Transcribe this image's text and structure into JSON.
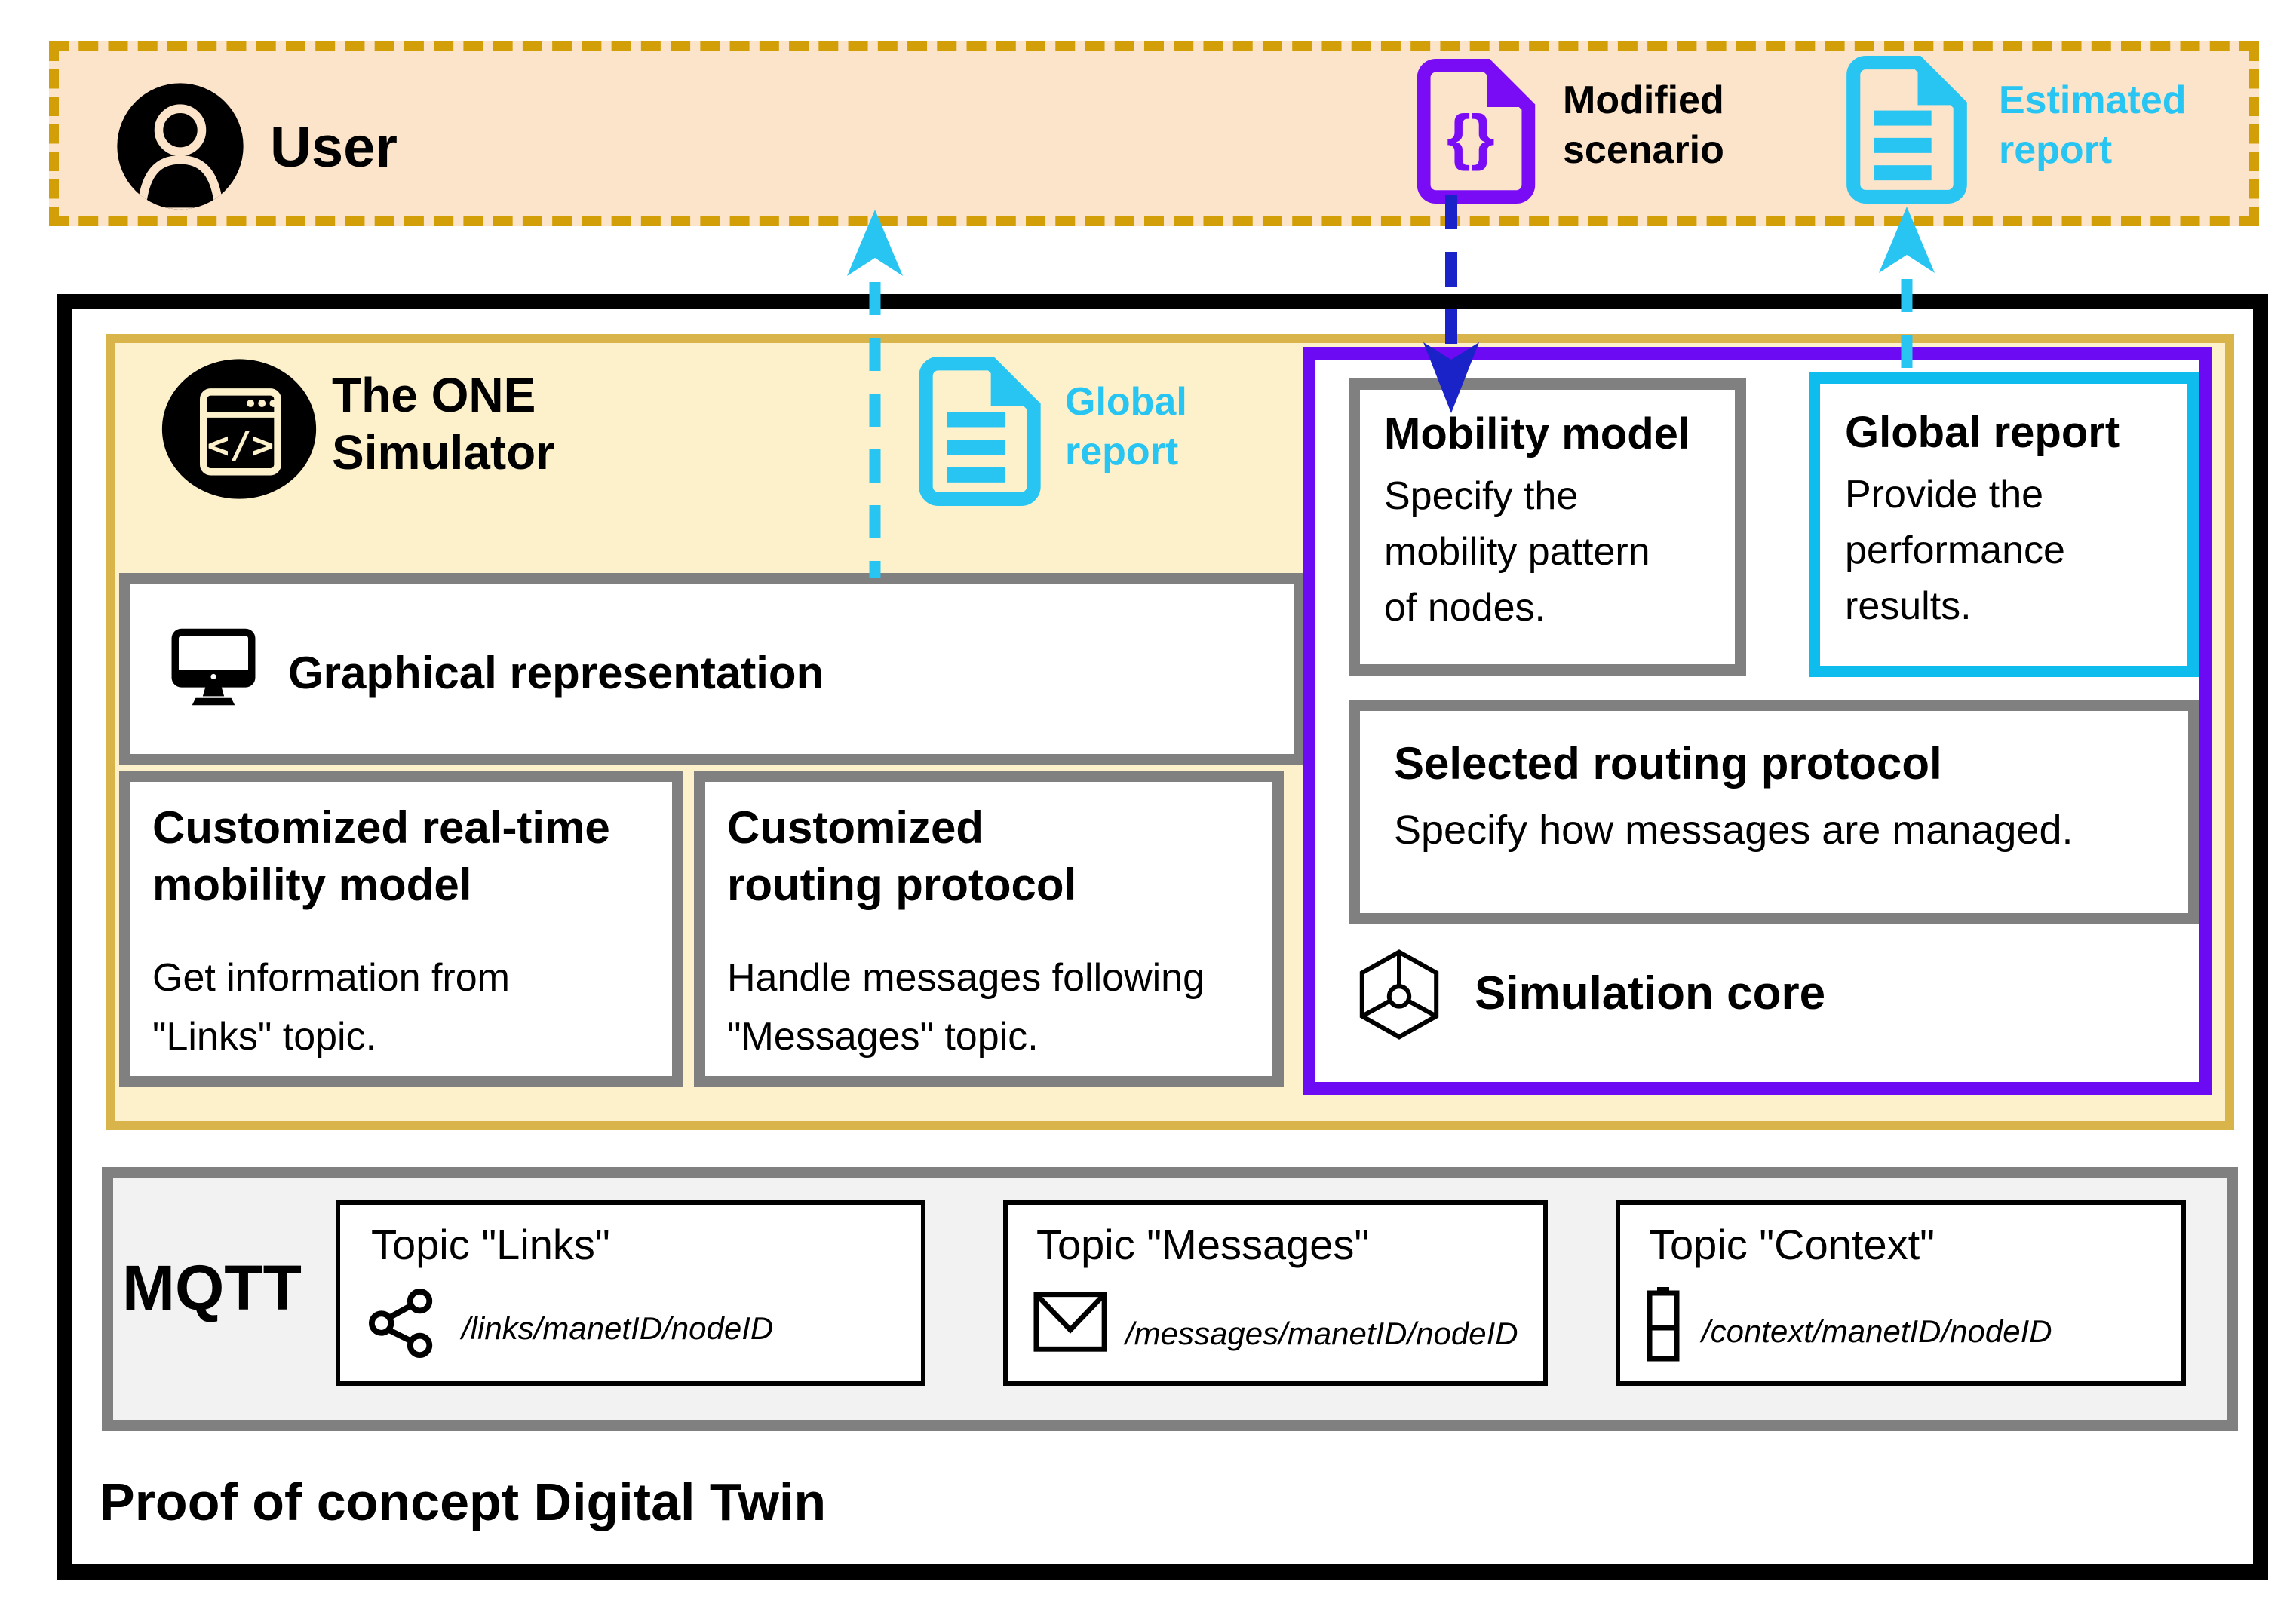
{
  "colors": {
    "accent_cyan": "#29C5F2",
    "accent_purple": "#7A0BF5",
    "accent_blue": "#1A23C8",
    "accent_gold_dash": "#D29F08",
    "panel_yellow": "#FCF1CB",
    "panel_yellow_border": "#D9B44A",
    "band_peach": "#FCE4CA",
    "box_gray_border": "#808080",
    "mqtt_gray": "#F2F2F2"
  },
  "icons": {
    "user": "person-circle-icon",
    "modified_scenario": "code-file-icon",
    "estimated_report": "report-document-icon",
    "one_simulator_logo": "code-window-badge-icon",
    "global_report": "report-document-icon",
    "graphical_representation": "monitor-icon",
    "simulation_core": "cube-3d-icon",
    "topic_links": "share-nodes-icon",
    "topic_messages": "envelope-icon",
    "topic_context": "battery-icon"
  },
  "user_band": {
    "user_label": "User",
    "modified_scenario_label": "Modified scenario",
    "estimated_report_label": "Estimated report"
  },
  "simulator": {
    "title": "The ONE Simulator",
    "global_report_label": "Global report",
    "graphical_representation_label": "Graphical representation",
    "customized_mobility": {
      "title": "Customized real-time mobility model",
      "body": "Get information from \"Links\" topic."
    },
    "customized_routing": {
      "title": "Customized routing protocol",
      "body": "Handle messages following \"Messages\" topic."
    },
    "core_panel": {
      "mobility_model": {
        "title": "Mobility model",
        "body": "Specify the mobility pattern of nodes."
      },
      "global_report": {
        "title": "Global report",
        "body": "Provide the performance results."
      },
      "selected_routing": {
        "title": "Selected routing protocol",
        "body": "Specify how messages are managed."
      },
      "simulation_core_label": "Simulation core"
    }
  },
  "mqtt": {
    "label": "MQTT",
    "topics": [
      {
        "title": "Topic \"Links\"",
        "path": "/links/manetID/nodeID",
        "icon": "share-nodes-icon"
      },
      {
        "title": "Topic \"Messages\"",
        "path": "/messages/manetID/nodeID",
        "icon": "envelope-icon"
      },
      {
        "title": "Topic \"Context\"",
        "path": "/context/manetID/nodeID",
        "icon": "battery-icon"
      }
    ]
  },
  "footer": {
    "title": "Proof of concept Digital Twin"
  }
}
